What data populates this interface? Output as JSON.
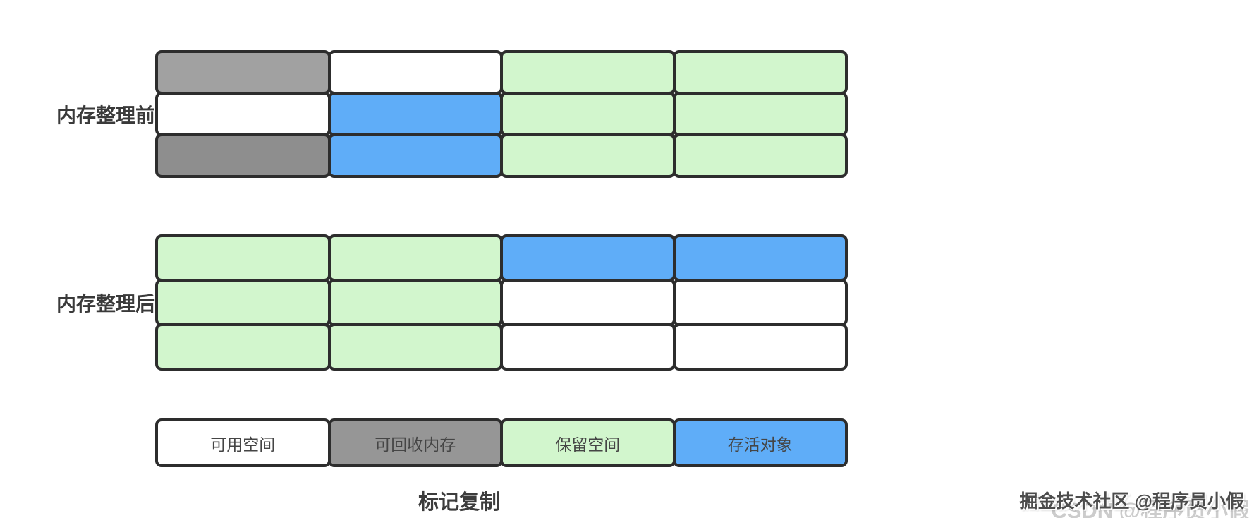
{
  "diagram": {
    "caption": "标记复制",
    "grids": [
      {
        "label": "内存整理前",
        "rows": [
          [
            "recyclable_light",
            "free",
            "reserved",
            "reserved"
          ],
          [
            "free",
            "live",
            "reserved",
            "reserved"
          ],
          [
            "recyclable_dark",
            "live",
            "reserved",
            "reserved"
          ]
        ]
      },
      {
        "label": "内存整理后",
        "rows": [
          [
            "reserved",
            "reserved",
            "live",
            "live"
          ],
          [
            "reserved",
            "reserved",
            "free",
            "free"
          ],
          [
            "reserved",
            "reserved",
            "free",
            "free"
          ]
        ]
      }
    ],
    "legend": [
      {
        "label": "可用空间",
        "type": "free"
      },
      {
        "label": "可回收内存",
        "type": "recyclable_mid"
      },
      {
        "label": "保留空间",
        "type": "reserved"
      },
      {
        "label": "存活对象",
        "type": "live"
      }
    ],
    "colors": {
      "free": "#ffffff",
      "recyclable_light": "#a1a1a1",
      "recyclable_mid": "#969696",
      "recyclable_dark": "#8e8e8e",
      "reserved": "#d2f6cd",
      "live": "#5fadf8",
      "border": "#2d2d2d"
    }
  },
  "watermark": {
    "main": "掘金技术社区 @程序员小假",
    "ghost": "CSDN @程序员小假"
  }
}
